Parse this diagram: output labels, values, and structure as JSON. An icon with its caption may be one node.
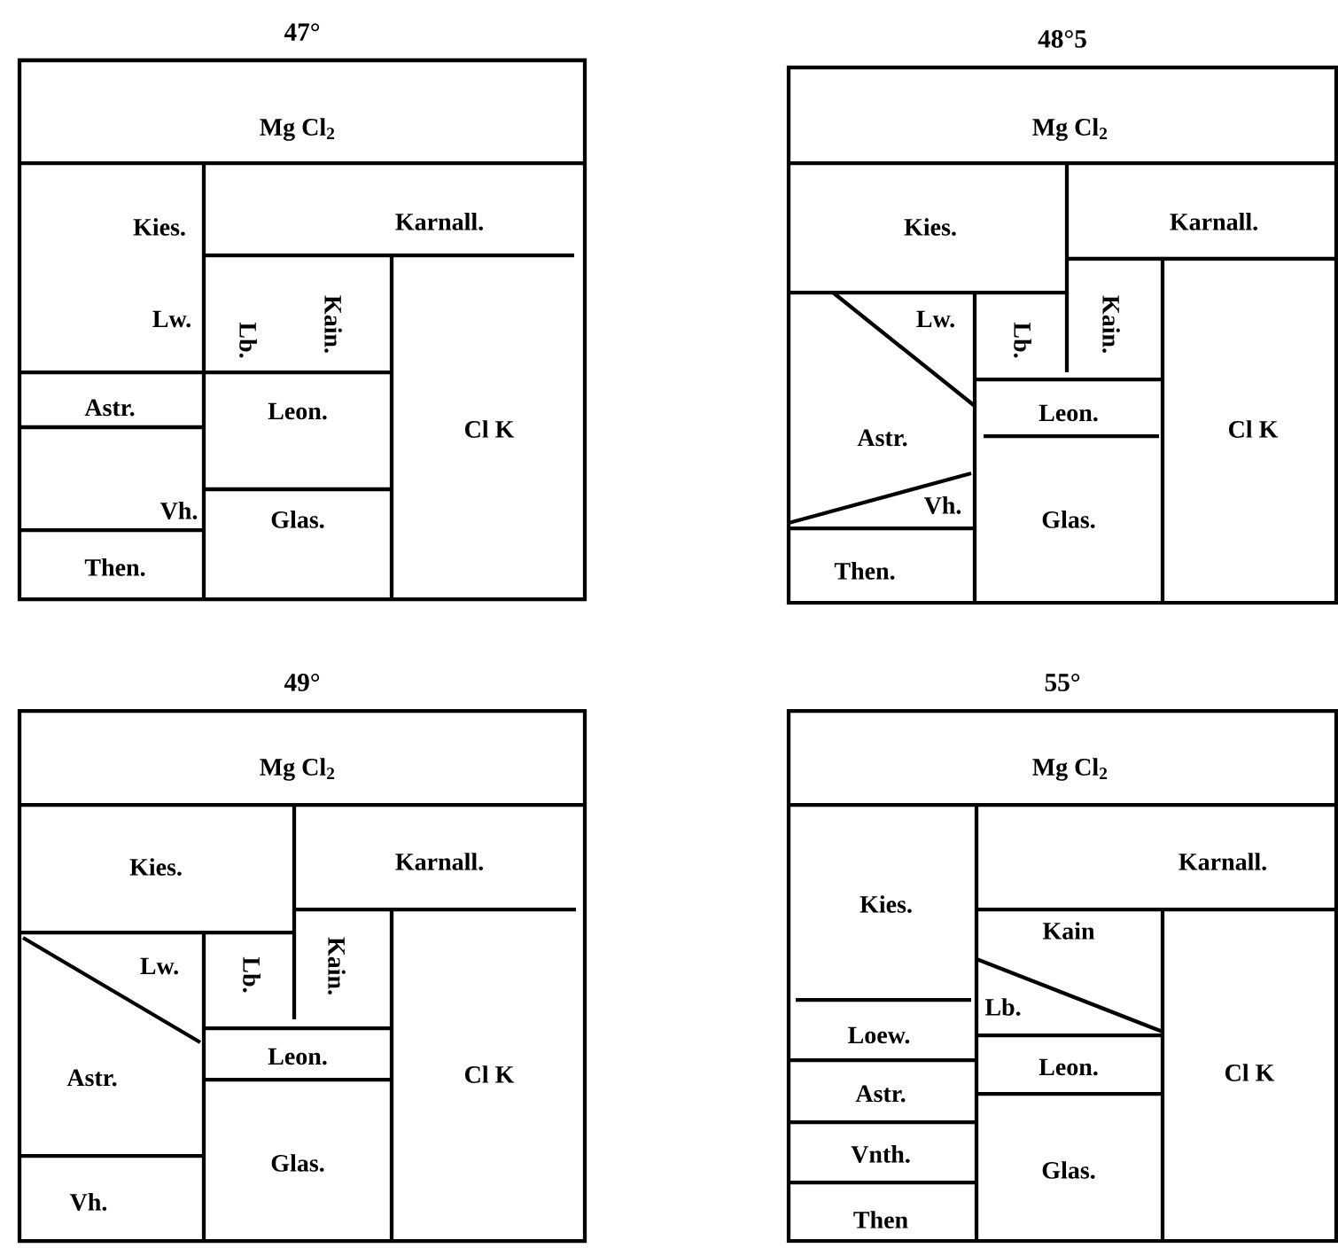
{
  "diagram": {
    "nodes": [
      {
        "text": [
          "47°"
        ]
      },
      {
        "text": [
          "Mg Cl$_{2}$"
        ],
        "in": 0
      },
      {
        "text": [
          "Kies."
        ],
        "in": 0
      },
      {
        "text": [
          "Karnall."
        ],
        "in": 0
      },
      {
        "text": [
          "Lw."
        ],
        "in": 0
      },
      {
        "text": [
          "Lb."
        ],
        "in": 0
      },
      {
        "text": [
          "Kain."
        ],
        "in": 0
      },
      {
        "text": [
          "Astr."
        ],
        "in": 0
      },
      {
        "text": [
          "Leon."
        ],
        "in": 0
      },
      {
        "text": [
          "Cl K"
        ],
        "in": 0
      },
      {
        "text": [
          "Vh."
        ],
        "in": 0
      },
      {
        "text": [
          "Glas."
        ],
        "in": 0
      },
      {
        "text": [
          "Then."
        ],
        "in": 0
      },
      {
        "text": [
          "48°5"
        ]
      },
      {
        "text": [
          "Mg Cl$_{2}$"
        ],
        "in": 13
      },
      {
        "text": [
          "Kies."
        ],
        "in": 13
      },
      {
        "text": [
          "Karnall."
        ],
        "in": 13
      },
      {
        "text": [
          "Lw."
        ],
        "in": 13
      },
      {
        "text": [
          "Lb."
        ],
        "in": 13
      },
      {
        "text": [
          "Kain."
        ],
        "in": 13
      },
      {
        "text": [
          "Astr."
        ],
        "in": 13
      },
      {
        "text": [
          "Leon."
        ],
        "in": 13
      },
      {
        "text": [
          "Cl K"
        ],
        "in": 13
      },
      {
        "text": [
          "Vh."
        ],
        "in": 13
      },
      {
        "text": [
          "Glas."
        ],
        "in": 13
      },
      {
        "text": [
          "Then."
        ],
        "in": 13
      },
      {
        "text": [
          "49°"
        ]
      },
      {
        "text": [
          "Mg Cl$_{2}$"
        ],
        "in": 26
      },
      {
        "text": [
          "Kies."
        ],
        "in": 26
      },
      {
        "text": [
          "Karnall."
        ],
        "in": 26
      },
      {
        "text": [
          "Lw."
        ],
        "in": 26
      },
      {
        "text": [
          "Lb."
        ],
        "in": 26
      },
      {
        "text": [
          "Kain."
        ],
        "in": 26
      },
      {
        "text": [
          "Astr."
        ],
        "in": 26
      },
      {
        "text": [
          "Leon."
        ],
        "in": 26
      },
      {
        "text": [
          "Cl K"
        ],
        "in": 26
      },
      {
        "text": [
          "Glas."
        ],
        "in": 26
      },
      {
        "text": [
          "Vh."
        ],
        "in": 26
      },
      {
        "text": [
          "55°"
        ]
      },
      {
        "text": [
          "Mg Cl$_{2}$"
        ],
        "in": 38
      },
      {
        "text": [
          "Kies."
        ],
        "in": 38
      },
      {
        "text": [
          "Karnall."
        ],
        "in": 38
      },
      {
        "text": [
          "Kain"
        ],
        "in": 38
      },
      {
        "text": [
          "Lb."
        ],
        "in": 38
      },
      {
        "text": [
          "Loew."
        ],
        "in": 38
      },
      {
        "text": [
          "Leon."
        ],
        "in": 38
      },
      {
        "text": [
          "Astr."
        ],
        "in": 38
      },
      {
        "text": [
          "Cl K"
        ],
        "in": 38
      },
      {
        "text": [
          "Vnth."
        ],
        "in": 38
      },
      {
        "text": [
          "Glas."
        ],
        "in": 38
      },
      {
        "text": [
          "Then"
        ],
        "in": 38
      }
    ]
  }
}
